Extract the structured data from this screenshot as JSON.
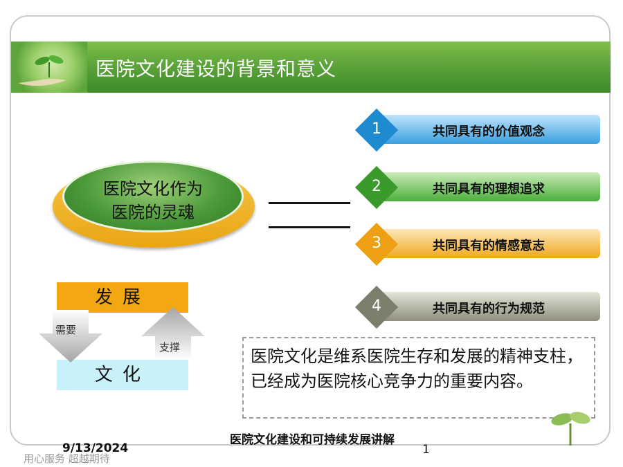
{
  "header": {
    "title": "医院文化建设的背景和意义",
    "photo_icon": "seedling-in-hands-icon"
  },
  "soul": {
    "line1": "医院文化作为",
    "line2": "医院的灵魂"
  },
  "items": [
    {
      "num": "1",
      "label": "共同具有的价值观念",
      "color": "#3aa0e0"
    },
    {
      "num": "2",
      "label": "共同具有的理想追求",
      "color": "#4cae3c"
    },
    {
      "num": "3",
      "label": "共同具有的情感意志",
      "color": "#f0a820"
    },
    {
      "num": "4",
      "label": "共同具有的行为规范",
      "color": "#8f8f7c"
    }
  ],
  "cycle": {
    "develop": "发展",
    "culture": "文化",
    "need": "需要",
    "support": "支撑"
  },
  "note": {
    "text": "医院文化是维系医院生存和发展的精神支柱，已经成为医院核心竞争力的重要内容。"
  },
  "footer": {
    "date": "9/13/2024",
    "slogan": "用心服务 超越期待",
    "title": "医院文化建设和可持续发展讲解",
    "page": "1"
  },
  "decor_icon": "sprout-icon"
}
